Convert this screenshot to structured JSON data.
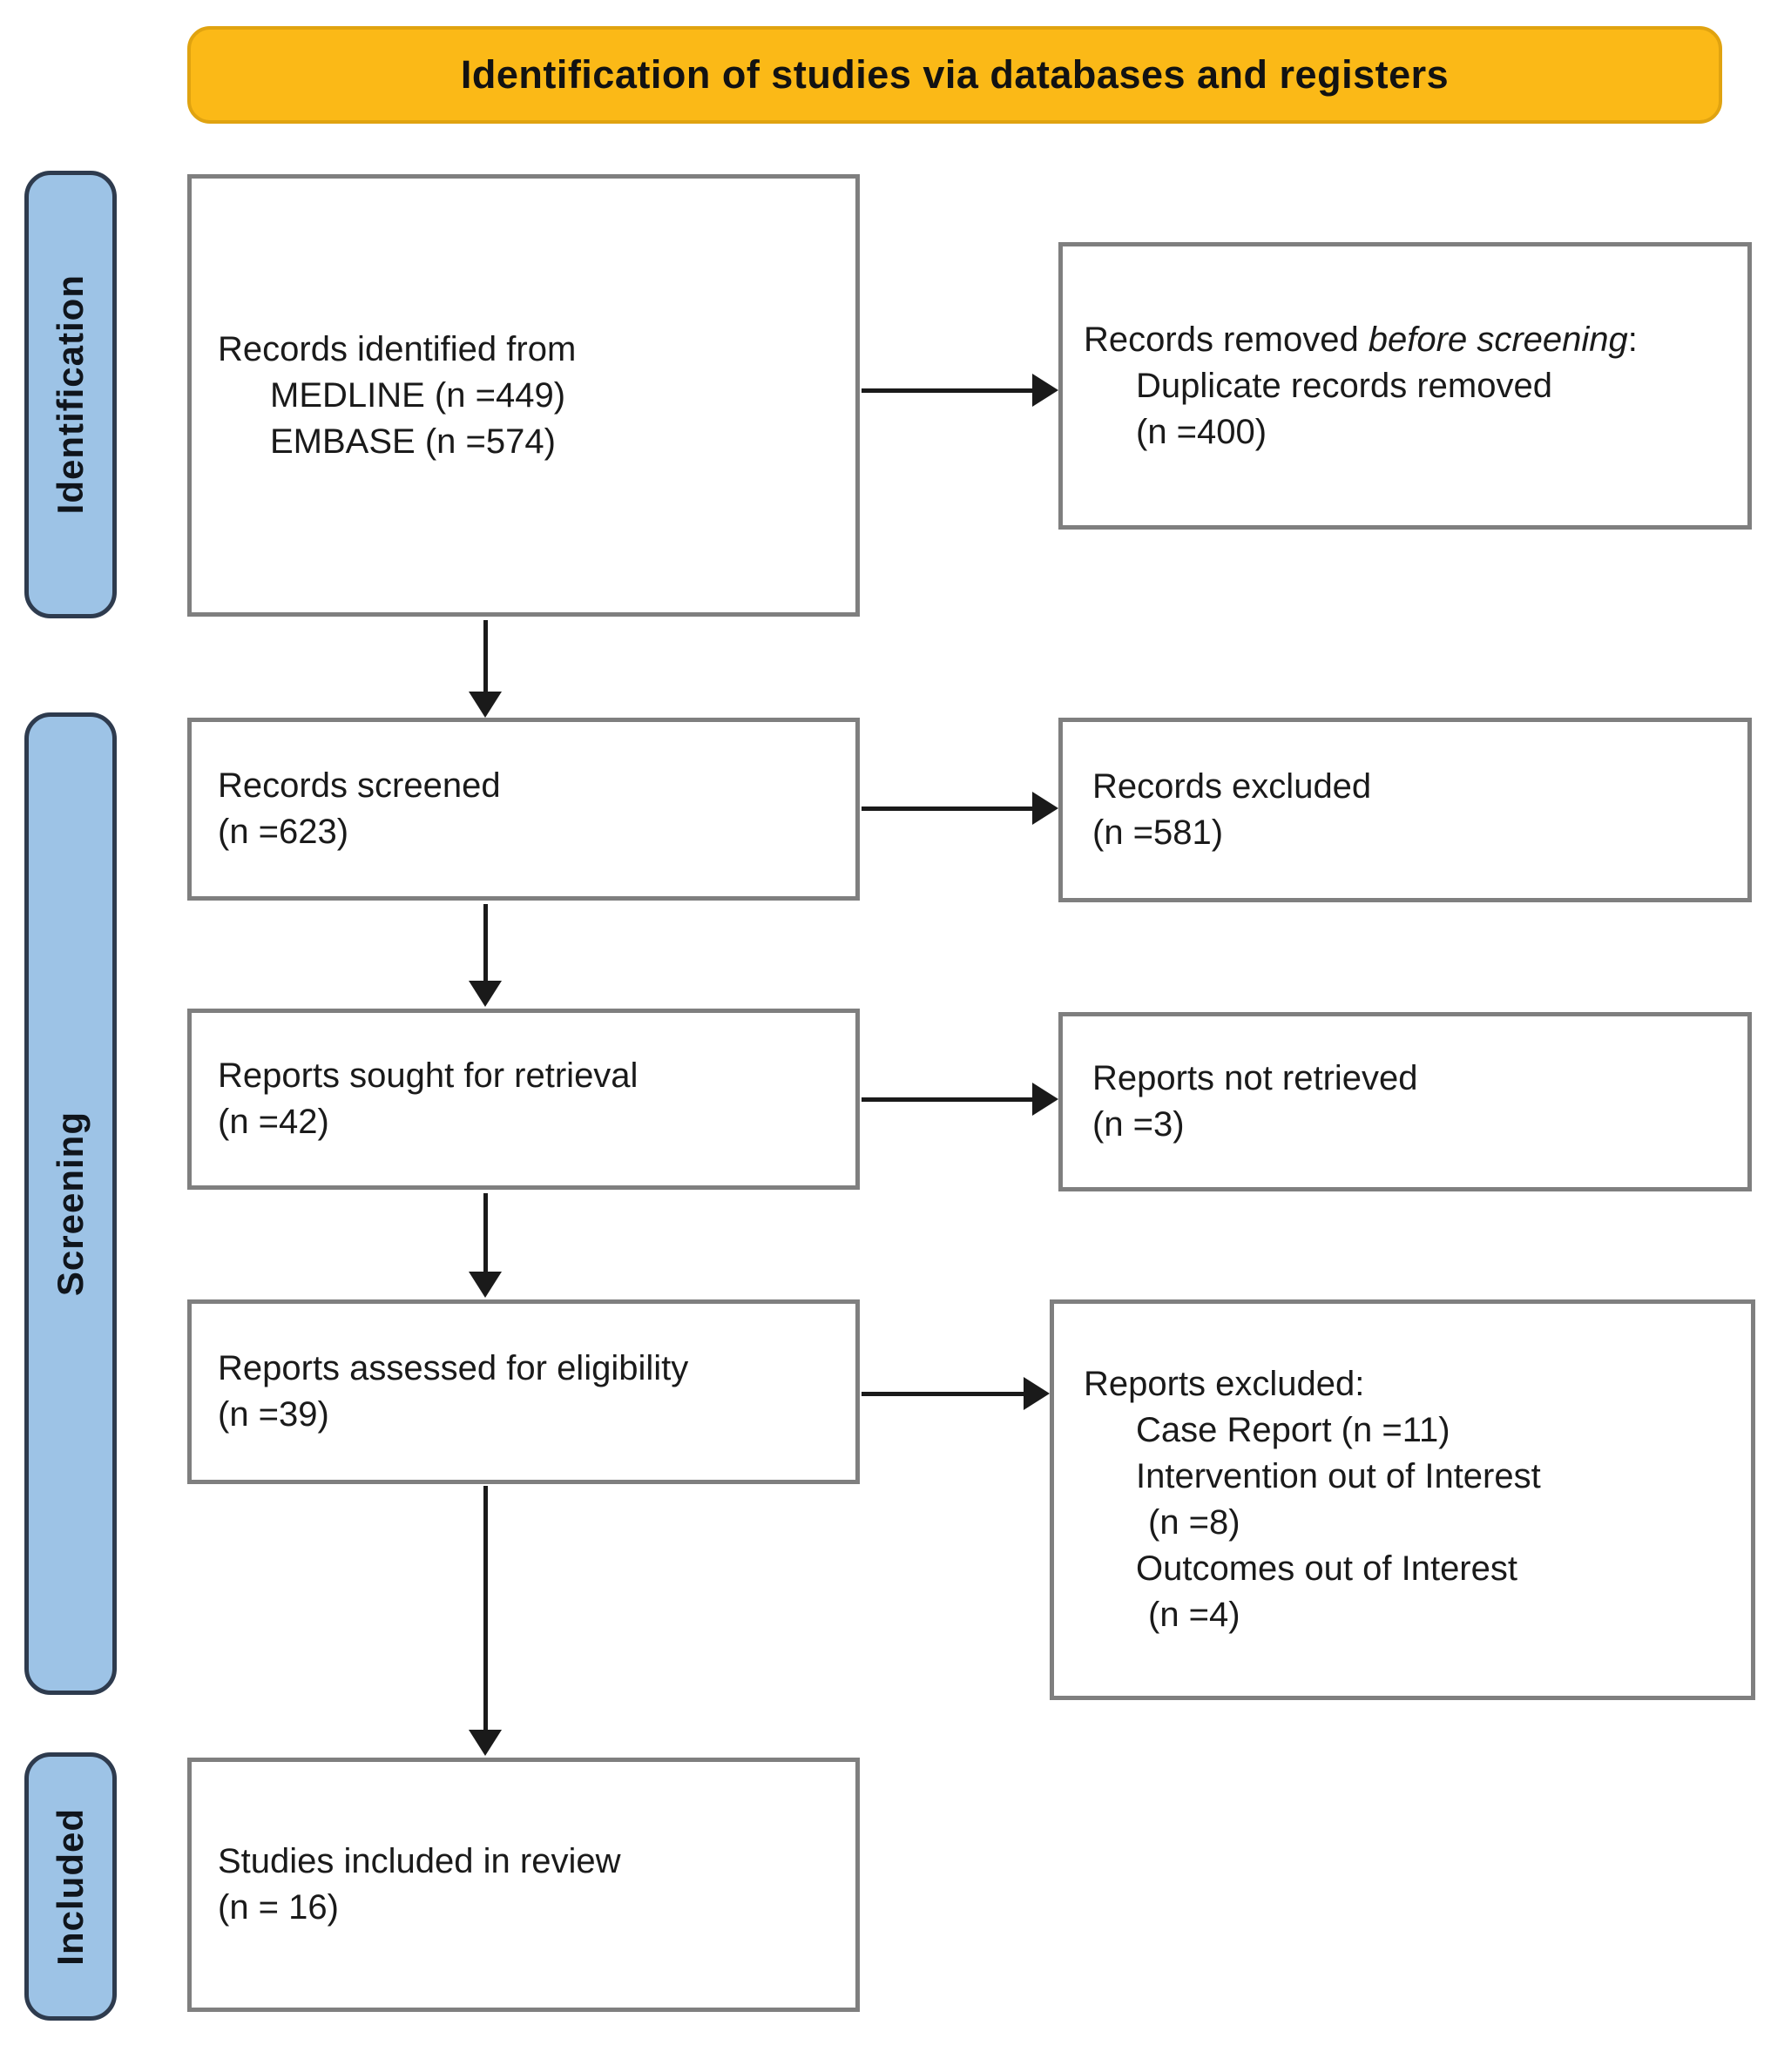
{
  "title_banner": {
    "label": "Identification of studies via databases and registers"
  },
  "sidebar": {
    "stages": [
      {
        "label": "Identification"
      },
      {
        "label": "Screening"
      },
      {
        "label": "Included"
      }
    ]
  },
  "flow": {
    "identified": {
      "title": "Records identified from",
      "items": [
        "MEDLINE (n =449)",
        "EMBASE (n =574)"
      ]
    },
    "removed_before_screening": {
      "prefix": "Records removed ",
      "emphasis": "before screening",
      "suffix": ":",
      "items": [
        "Duplicate records removed",
        "(n =400)"
      ]
    },
    "screened": {
      "line1": "Records screened",
      "line2": "(n =623)"
    },
    "records_excluded": {
      "line1": "Records excluded",
      "line2": "(n =581)"
    },
    "sought": {
      "line1": "Reports sought for retrieval",
      "line2": "(n =42)"
    },
    "not_retrieved": {
      "line1": "Reports not retrieved",
      "line2": "(n =3)"
    },
    "assessed": {
      "line1": "Reports assessed for eligibility",
      "line2": "(n =39)"
    },
    "reports_excluded": {
      "title": "Reports excluded:",
      "items": [
        "Case Report (n =11)",
        "Intervention out of Interest",
        "(n =8)",
        "Outcomes out of Interest",
        "(n =4)"
      ]
    },
    "included_in_review": {
      "line1": "Studies included in review",
      "line2": "(n = 16)"
    }
  },
  "colors": {
    "banner-fill": "#FBB917",
    "banner-border": "#E0A310",
    "stage-fill": "#9DC3E6",
    "stage-border": "#2E3B4E",
    "box-border": "#7F7F7F",
    "arrow": "#1A1A1A",
    "text": "#1A1A1A"
  }
}
